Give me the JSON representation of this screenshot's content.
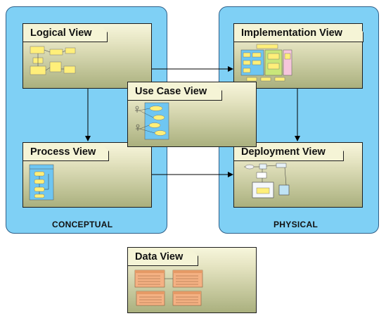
{
  "panels": {
    "conceptual": {
      "label": "CONCEPTUAL"
    },
    "physical": {
      "label": "PHYSICAL"
    }
  },
  "views": {
    "logical": {
      "title": "Logical View"
    },
    "implementation": {
      "title": "Implementation View"
    },
    "use_case": {
      "title": "Use Case View"
    },
    "process": {
      "title": "Process View"
    },
    "deployment": {
      "title": "Deployment View"
    },
    "data": {
      "title": "Data View"
    }
  },
  "colors": {
    "panel_fill": "#7fd0f5",
    "panel_border": "#2f5f88",
    "view_top": "#f7f6dc",
    "view_bottom": "#aab07e",
    "arrow": "#000000",
    "thumb_yellow": "#ffef7a",
    "thumb_blue": "#6fc6f2",
    "thumb_orange": "#f4b183",
    "thumb_green": "#c9e67a"
  }
}
